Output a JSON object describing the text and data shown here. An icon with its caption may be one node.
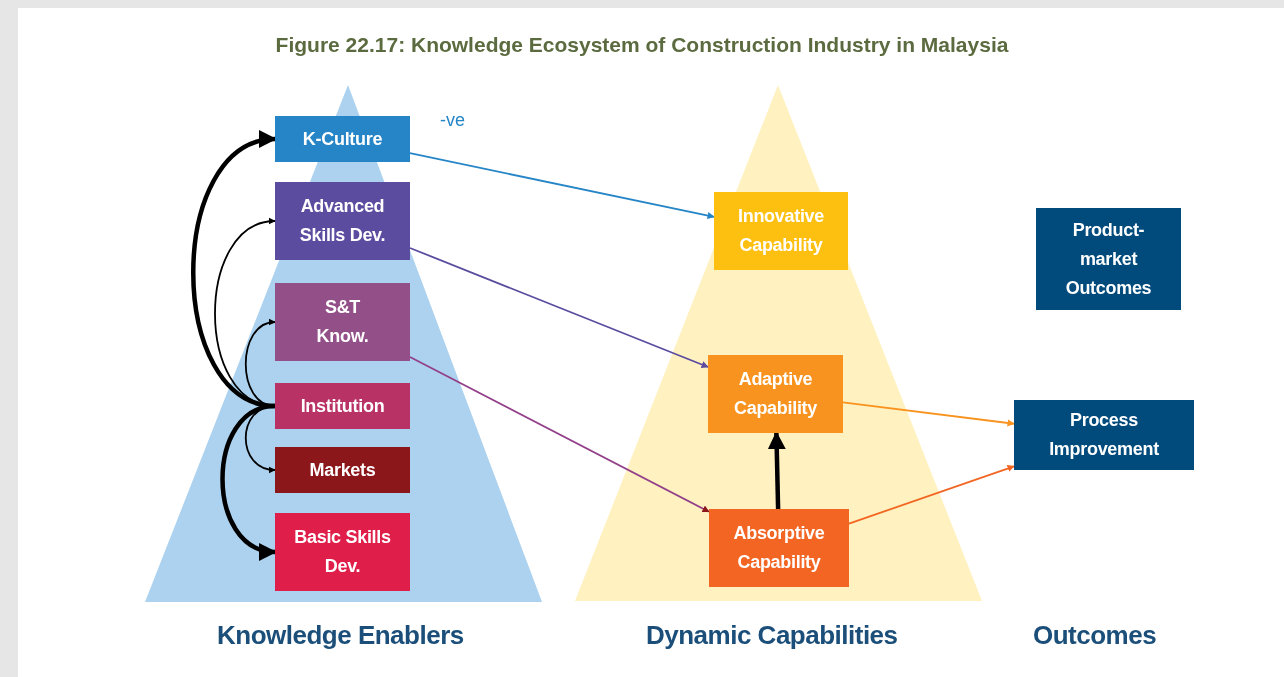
{
  "diagram": {
    "title": "Figure 22.17: Knowledge Ecosystem of Construction Industry in Malaysia",
    "nodes": [
      {
        "text": [
          "K-Culture"
        ]
      },
      {
        "text": [
          "Advanced Skills Dev."
        ]
      },
      {
        "text": [
          "S&T Know."
        ]
      },
      {
        "text": [
          "Institution"
        ]
      },
      {
        "text": [
          "Markets"
        ]
      },
      {
        "text": [
          "Basic Skills Dev."
        ]
      },
      {
        "text": [
          "Innovative Capability"
        ]
      },
      {
        "text": [
          "Adaptive Capability"
        ]
      },
      {
        "text": [
          "Absorptive Capability"
        ]
      },
      {
        "text": [
          "Product-market Outcomes"
        ]
      },
      {
        "text": [
          "Process Improvement"
        ]
      }
    ],
    "edges": [
      {
        "from": 3,
        "to": 0,
        "arrow": "to",
        "style": "thick"
      },
      {
        "from": 3,
        "to": 1,
        "arrow": "to"
      },
      {
        "from": 3,
        "to": 2,
        "arrow": "to"
      },
      {
        "from": 3,
        "to": 4,
        "arrow": "to"
      },
      {
        "from": 3,
        "to": 5,
        "arrow": "to",
        "style": "thick"
      },
      {
        "from": 0,
        "to": 6,
        "arrow": "to",
        "label": "-ve",
        "color": "#2585c7"
      },
      {
        "from": 1,
        "to": 7,
        "arrow": "to",
        "color": "#5b4c9f"
      },
      {
        "from": 2,
        "to": 8,
        "arrow": "to",
        "color": "#93408a"
      },
      {
        "from": 8,
        "to": 7,
        "arrow": "to",
        "style": "thick"
      },
      {
        "from": 7,
        "to": 10,
        "arrow": "to",
        "color": "#f7931e"
      },
      {
        "from": 8,
        "to": 10,
        "arrow": "to",
        "color": "#f26522"
      }
    ],
    "labels": [
      "Knowledge Enablers",
      "Dynamic Capabilities",
      "Outcomes"
    ]
  }
}
